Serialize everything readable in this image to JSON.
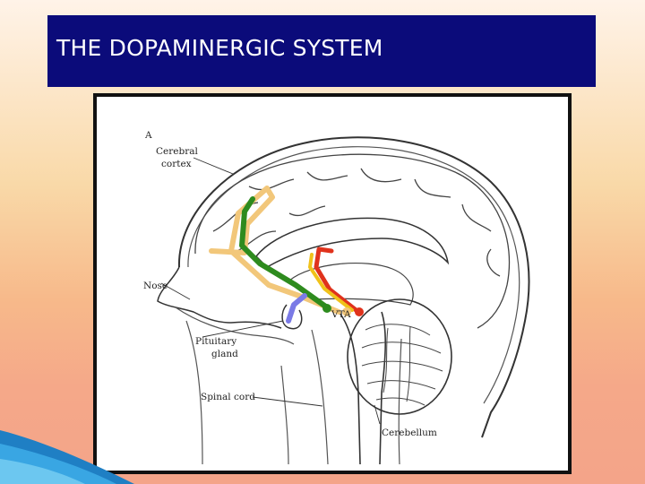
{
  "slide": {
    "title": "THE DOPAMINERGIC SYSTEM"
  },
  "diagram": {
    "panel_letter": "A",
    "labels": {
      "cerebral_line1": "Cerebral",
      "cerebral_line2": "cortex",
      "nose": "Nose",
      "pituitary_line1": "Pituitary",
      "pituitary_line2": "gland",
      "spinal_cord": "Spinal cord",
      "cerebellum": "Cerebellum",
      "vta": "VTA"
    },
    "pathway_colors": {
      "mesocortical": "#f2c77a",
      "nigrostriatal": "#2e8b1e",
      "mesolimbic_red": "#e0321c",
      "mesolimbic_yellow": "#f0c21a",
      "tuberoinfundibular": "#7a7ae6"
    }
  }
}
